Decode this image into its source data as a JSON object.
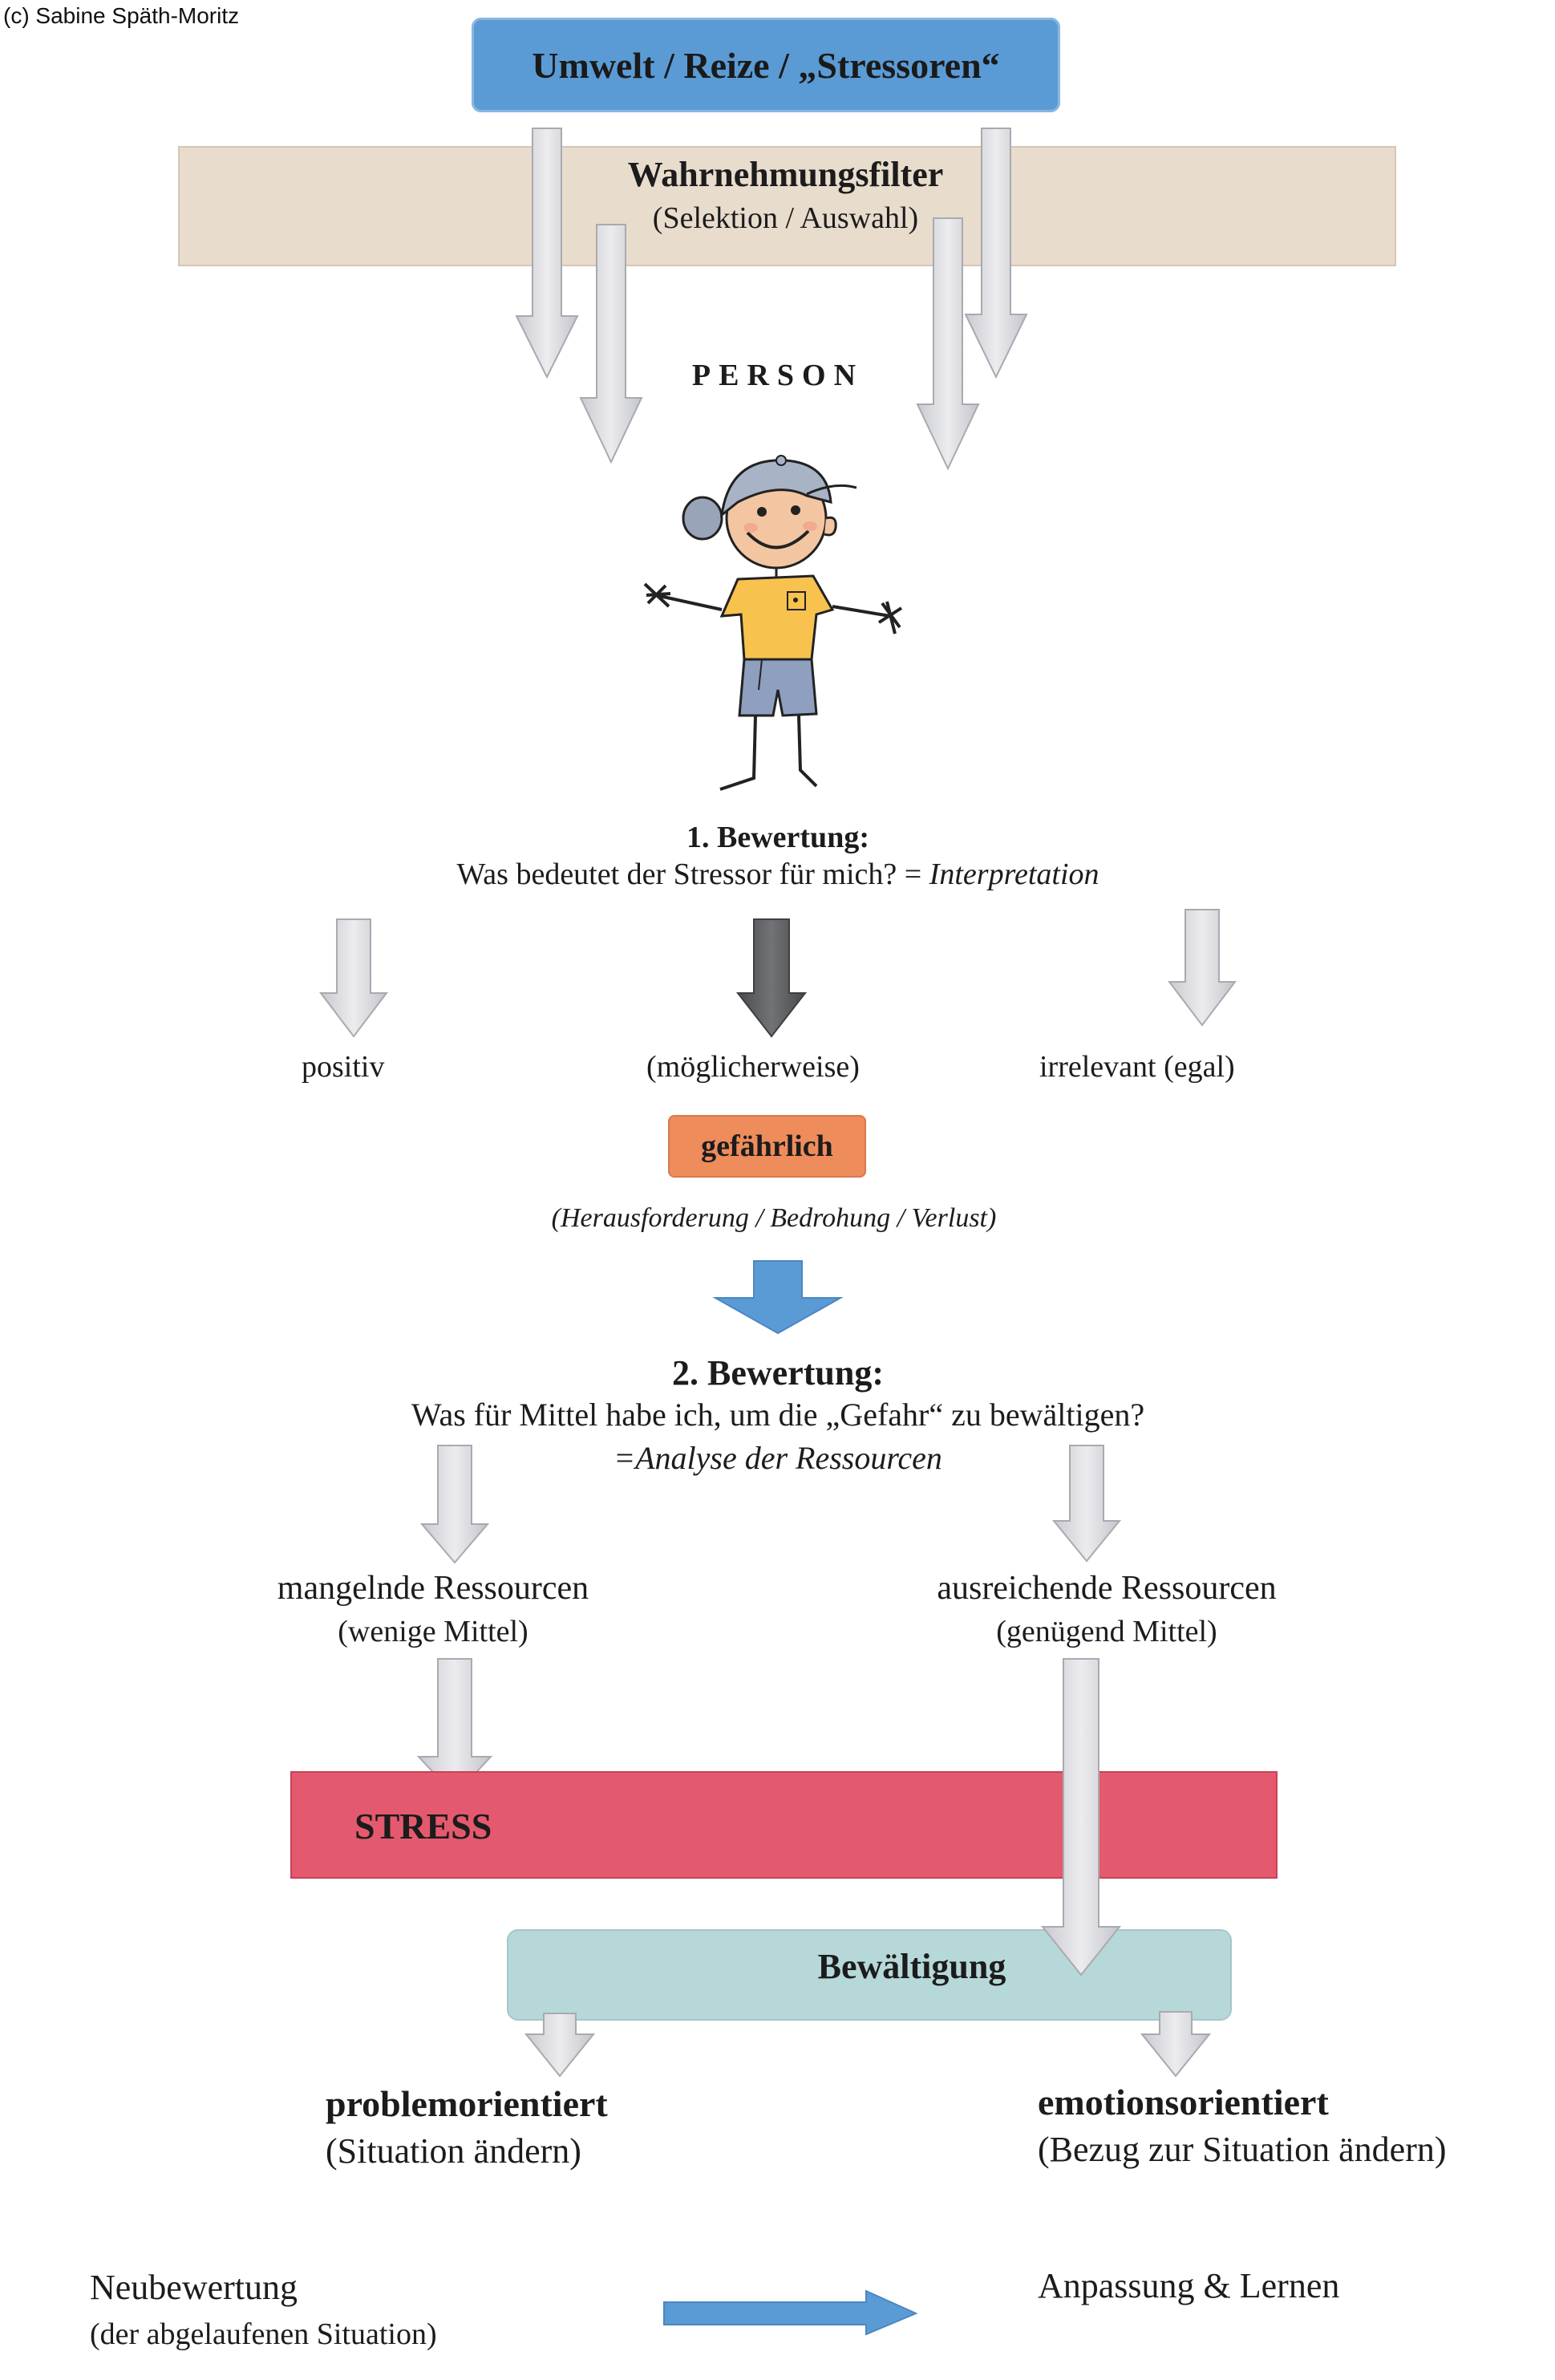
{
  "copyright": "(c) Sabine Späth-Moritz",
  "top_box": "Umwelt / Reize / „Stressoren“",
  "filter": {
    "title": "Wahrnehmungsfilter",
    "subtitle": "(Selektion / Auswahl)"
  },
  "person_label": "PERSON",
  "appraisal1": {
    "title": "1. Bewertung:",
    "question": "Was bedeutet der Stressor für mich? = ",
    "question_italic": "Interpretation",
    "outcome_positive": "positiv",
    "outcome_maybe": "(möglicherweise)",
    "outcome_irrelevant": "irrelevant (egal)",
    "danger_label": "gefährlich",
    "danger_sub": "(Herausforderung / Bedrohung / Verlust)"
  },
  "appraisal2": {
    "title": "2. Bewertung:",
    "question": "Was für Mittel habe ich, um die „Gefahr“ zu bewältigen?",
    "analysis": "=Analyse der Ressourcen",
    "lacking": "mangelnde Ressourcen",
    "lacking_sub": "(wenige Mittel)",
    "sufficient": "ausreichende Ressourcen",
    "sufficient_sub": "(genügend Mittel)"
  },
  "stress_label": "STRESS",
  "coping_label": "Bewältigung",
  "coping": {
    "problem_title": "problemorientiert",
    "problem_sub": "(Situation ändern)",
    "emotion_title": "emotionsorientiert",
    "emotion_sub": "(Bezug zur Situation ändern)"
  },
  "reappraisal": {
    "title": "Neubewertung",
    "sub": "(der abgelaufenen Situation)",
    "result": "Anpassung & Lernen"
  },
  "colors": {
    "top_box": "#5b9bd5",
    "filter": "#e8dccd",
    "danger": "#ef8c5c",
    "stress": "#e5596e",
    "coping": "#b7d8d9",
    "arrow_light": "#d9dadf",
    "arrow_dark": "#5f6063",
    "arrow_blue": "#5b9bd5"
  }
}
